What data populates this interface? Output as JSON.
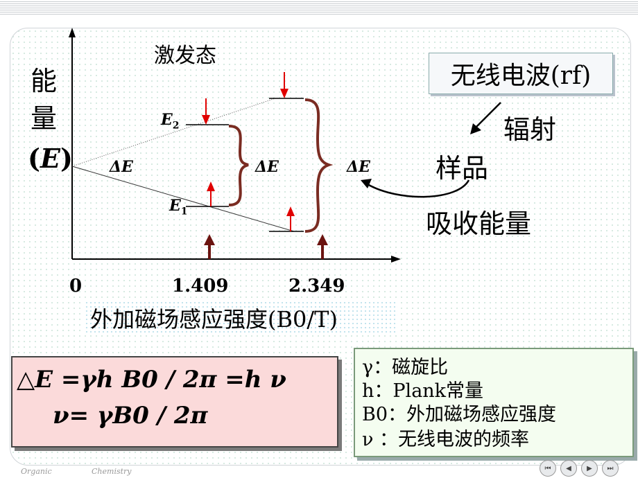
{
  "diagram": {
    "excited_label": "激发态",
    "y_axis": {
      "line1": "能",
      "line2": "量",
      "line3_open": "(",
      "line3_var": "E",
      "line3_close": ")"
    },
    "labels": {
      "e2": "E",
      "e2_sub": "2",
      "e1": "E",
      "e1_sub": "1",
      "delta_e": "ΔE"
    },
    "x_ticks": [
      "0",
      "1.409",
      "2.349"
    ],
    "x_axis_label": "外加磁场感应强度(B0/T)",
    "rf_box": "无线电波(rf)",
    "radiation": "辐射",
    "sample": "样品",
    "absorb": "吸收能量"
  },
  "equations": {
    "eq1": "△E =γh B0  / 2π =h   ν",
    "eq2": "ν= γB0  / 2π"
  },
  "legend": {
    "gamma": "γ：磁旋比",
    "h": "h：Plank常量",
    "b0": "B0：外加磁场感应强度",
    "nu": "ν ：无线电波的频率"
  },
  "footer": {
    "left": "Organic",
    "right": "Chemistry"
  },
  "nav_icons": [
    "first-icon",
    "prev-icon",
    "next-icon",
    "last-icon"
  ],
  "colors": {
    "brace": "#7a2c22",
    "arrow_red": "#e00000",
    "field_arrow": "#6b1410"
  }
}
